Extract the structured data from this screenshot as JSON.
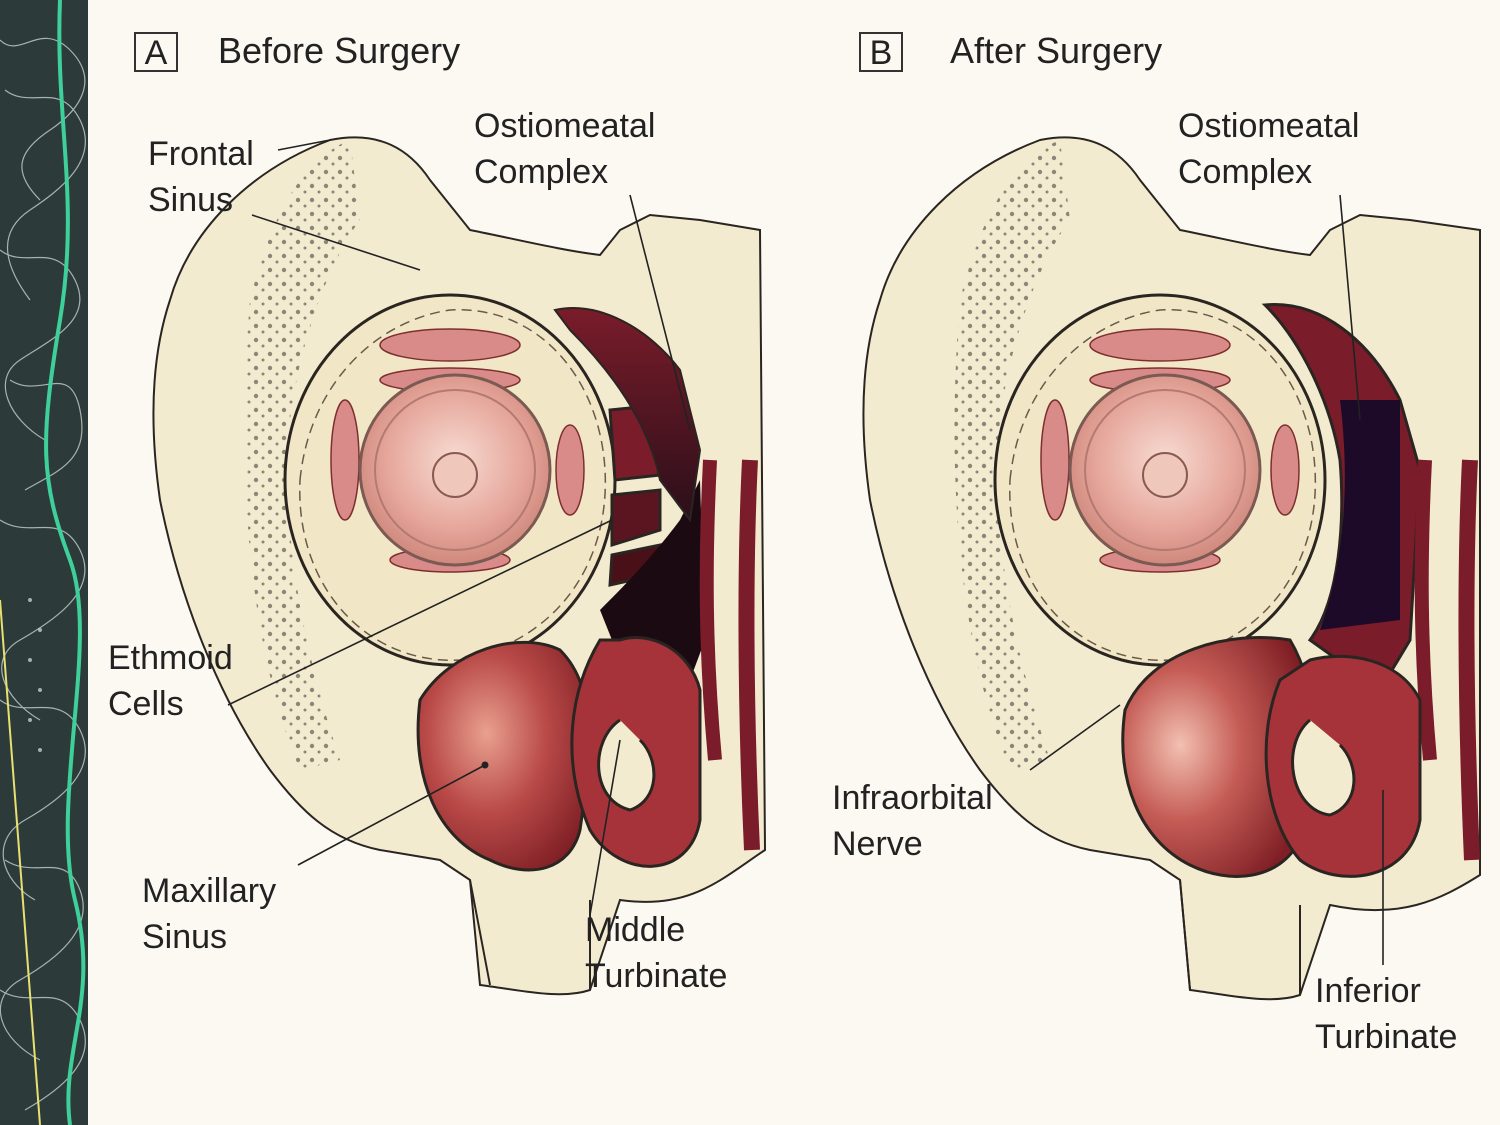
{
  "panels": {
    "a": {
      "letter": "A",
      "title": "Before Surgery",
      "labels": {
        "frontal_sinus": [
          "Frontal",
          "Sinus"
        ],
        "ostiomeatal_complex": [
          "Ostiomeatal",
          "Complex"
        ],
        "ethmoid_cells": [
          "Ethmoid",
          "Cells"
        ],
        "maxillary_sinus": [
          "Maxillary",
          "Sinus"
        ],
        "middle_turbinate": [
          "Middle",
          "Turbinate"
        ]
      }
    },
    "b": {
      "letter": "B",
      "title": "After Surgery",
      "labels": {
        "ostiomeatal_complex": [
          "Ostiomeatal",
          "Complex"
        ],
        "infraorbital_nerve": [
          "Infraorbital",
          "Nerve"
        ],
        "inferior_turbinate": [
          "Inferior",
          "Turbinate"
        ]
      }
    }
  },
  "colors": {
    "sidebar": "#2c3b3a",
    "sidebar_accent": "#3ecf9a",
    "bone": "#f3ebcf",
    "tissue": "#b23a3a",
    "eye": "#e8aaa0",
    "cavity_dark": "#2a0f1a"
  }
}
